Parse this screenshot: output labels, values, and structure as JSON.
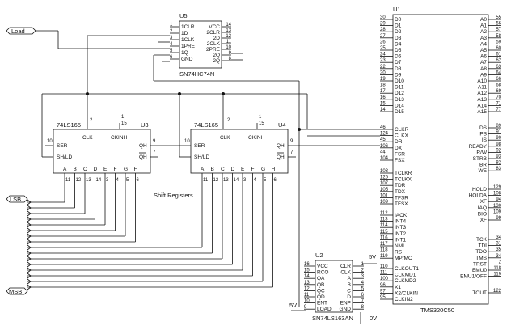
{
  "load_label": "Load",
  "shift_registers_label": "Shift Registers",
  "lsb_label": "LSB",
  "msb_label": "MSB",
  "supply_5v": "5V",
  "ground_0v": "0V",
  "u5": {
    "ref": "U5",
    "part": "SN74HC74N",
    "left_pins": [
      "1CLR",
      "1D",
      "1CLK",
      "1PRE",
      "1Q",
      "GND"
    ],
    "left_nums": [
      "1",
      "2",
      "3",
      "4",
      "5",
      "6",
      "7"
    ],
    "right_pins": [
      "VCC",
      "2CLR",
      "2D",
      "2CLK",
      "2PRE",
      "2Q",
      "2Q"
    ],
    "right_nums": [
      "14",
      "13",
      "12",
      "11",
      "10",
      "9",
      "8"
    ]
  },
  "u3": {
    "ref": "U3",
    "part": "74LS165",
    "clk": "CLK",
    "ckinh": "CKINH",
    "ser": "SER",
    "shld": "SH/LD",
    "qh": "QH",
    "qh_bar": "QH",
    "inputs": [
      "A",
      "B",
      "C",
      "D",
      "E",
      "F",
      "G",
      "H"
    ],
    "pin_clk": "2",
    "pin_ckinh": "15",
    "pin_top_one": "1",
    "pin_ser": "10",
    "pin_qh": "9",
    "pin_qhbar": "7",
    "input_nums": [
      "11",
      "12",
      "13",
      "14",
      "3",
      "4",
      "5",
      "6"
    ]
  },
  "u4": {
    "ref": "U4",
    "part": "74LS165",
    "clk": "CLK",
    "ckinh": "CKINH",
    "ser": "SER",
    "shld": "SH/LD",
    "qh": "QH",
    "qh_bar": "QH",
    "inputs": [
      "A",
      "B",
      "C",
      "D",
      "E",
      "F",
      "G",
      "H"
    ],
    "pin_clk": "2",
    "pin_ckinh": "15",
    "pin_top_one": "1",
    "pin_ser": "10",
    "pin_qh": "9",
    "pin_qhbar": "7",
    "input_nums": [
      "11",
      "12",
      "13",
      "14",
      "3",
      "4",
      "5",
      "6"
    ]
  },
  "u2": {
    "ref": "U2",
    "part": "SN74LS163AN",
    "left_pins": [
      "VCC",
      "RCO",
      "QA",
      "QB",
      "QC",
      "QD",
      "ENT",
      "LOAD"
    ],
    "left_nums": [
      "16",
      "15",
      "14",
      "13",
      "12",
      "11",
      "10",
      "9"
    ],
    "right_pins": [
      "CLR",
      "CLK",
      "A",
      "B",
      "C",
      "D",
      "ENP",
      "GND"
    ],
    "right_nums": [
      "1",
      "2",
      "3",
      "4",
      "5",
      "6",
      "7",
      "8"
    ]
  },
  "u1": {
    "ref": "U1",
    "part": "TMS320C50",
    "d_pins": [
      "D0",
      "D1",
      "D2",
      "D3",
      "D4",
      "D5",
      "D6",
      "D7",
      "D8",
      "D9",
      "D10",
      "D11",
      "D12",
      "D13",
      "D14",
      "D15"
    ],
    "d_nums": [
      "30",
      "29",
      "28",
      "27",
      "26",
      "25",
      "24",
      "23",
      "22",
      "20",
      "19",
      "18",
      "17",
      "16",
      "15",
      "14"
    ],
    "a_pins": [
      "A0",
      "A1",
      "A2",
      "A3",
      "A4",
      "A5",
      "A6",
      "A7",
      "A8",
      "A9",
      "A10",
      "A11",
      "A12",
      "A13",
      "A14",
      "A15"
    ],
    "a_nums": [
      "55",
      "56",
      "57",
      "58",
      "59",
      "60",
      "61",
      "62",
      "63",
      "64",
      "66",
      "68",
      "69",
      "70",
      "71",
      "77"
    ],
    "serial_pins": [
      "CLKR",
      "CLKX",
      "DR",
      "DX",
      "FSR",
      "FSX"
    ],
    "serial_nums": [
      "46",
      "124",
      "45",
      "106",
      "44",
      "104"
    ],
    "tdm_pins": [
      "TCLKR",
      "TCLKX",
      "TDR",
      "TDX",
      "TFSR",
      "TFSX"
    ],
    "tdm_nums": [
      "103",
      "125",
      "107",
      "105",
      "101",
      "109"
    ],
    "int_pins": [
      "IACK",
      "INT4",
      "INT3",
      "INT2",
      "INT1",
      "NMI",
      "RS",
      "MP/MC"
    ],
    "int_nums": [
      "112",
      "113",
      "114",
      "115",
      "116",
      "117",
      "118",
      "119"
    ],
    "clk_pins": [
      "CLKOUT1",
      "CLKMD1",
      "CLKMD2",
      "X1",
      "X2/CLKIN",
      "CLKIN2"
    ],
    "clk_nums": [
      "110",
      "111",
      "100",
      "96",
      "97",
      "95"
    ],
    "ctrl_pins": [
      "DS",
      "PS",
      "IS",
      "READY",
      "R/W",
      "STRB",
      "BR",
      "WE"
    ],
    "ctrl_nums": [
      "89",
      "91",
      "90",
      "98",
      "92",
      "93",
      "82",
      "83"
    ],
    "hold_pins": [
      "HOLD",
      "HOLDA",
      "XF",
      "IAQ",
      "BIO",
      "XF"
    ],
    "hold_nums": [
      "129",
      "108",
      "94",
      "130",
      "109",
      "99"
    ],
    "jtag_pins": [
      "TCK",
      "TDI",
      "TDO",
      "TMS",
      "TRST",
      "EMU0",
      "EMU1/OFF"
    ],
    "jtag_nums": [
      "34",
      "31",
      "35",
      "34",
      "2",
      "118",
      "119"
    ],
    "tout_pin": "TOUT",
    "tout_num": "122"
  }
}
